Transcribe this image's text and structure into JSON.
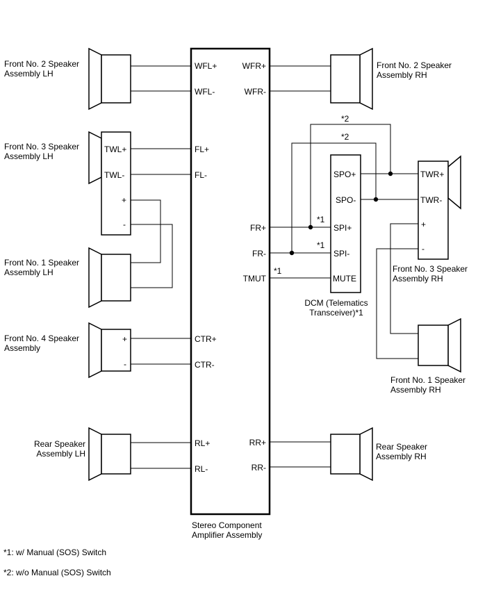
{
  "amplifier": {
    "name": "Stereo Component\nAmplifier Assembly",
    "pins_left": [
      "WFL+",
      "WFL-",
      "FL+",
      "FL-",
      "CTR+",
      "CTR-",
      "RL+",
      "RL-"
    ],
    "pins_right": [
      "WFR+",
      "WFR-",
      "FR+",
      "FR-",
      "TMUT",
      "RR+",
      "RR-"
    ]
  },
  "dcm": {
    "name": "DCM (Telematics\nTransceiver)*1",
    "pins": [
      "SPO+",
      "SPO-",
      "SPI+",
      "SPI-",
      "MUTE"
    ]
  },
  "speakers": {
    "front2_lh": "Front No. 2 Speaker\nAssembly LH",
    "front2_rh": "Front No. 2 Speaker\nAssembly RH",
    "front3_lh": "Front No. 3 Speaker\nAssembly LH",
    "front3_lh_pins": [
      "TWL+",
      "TWL-",
      "+",
      "-"
    ],
    "front1_lh": "Front No. 1 Speaker\nAssembly LH",
    "front4": "Front No. 4 Speaker\nAssembly",
    "front4_pins": [
      "+",
      "-"
    ],
    "rear_lh": "Rear Speaker\nAssembly LH",
    "rear_rh": "Rear Speaker\nAssembly RH",
    "front3_rh": "Front No. 3 Speaker\nAssembly RH",
    "front3_rh_pins": [
      "TWR+",
      "TWR-",
      "+",
      "-"
    ],
    "front1_rh": "Front No. 1 Speaker\nAssembly RH"
  },
  "marks": {
    "star1": "*1",
    "star2": "*2"
  },
  "notes": [
    "*1: w/ Manual (SOS) Switch",
    "*2: w/o Manual (SOS) Switch"
  ]
}
